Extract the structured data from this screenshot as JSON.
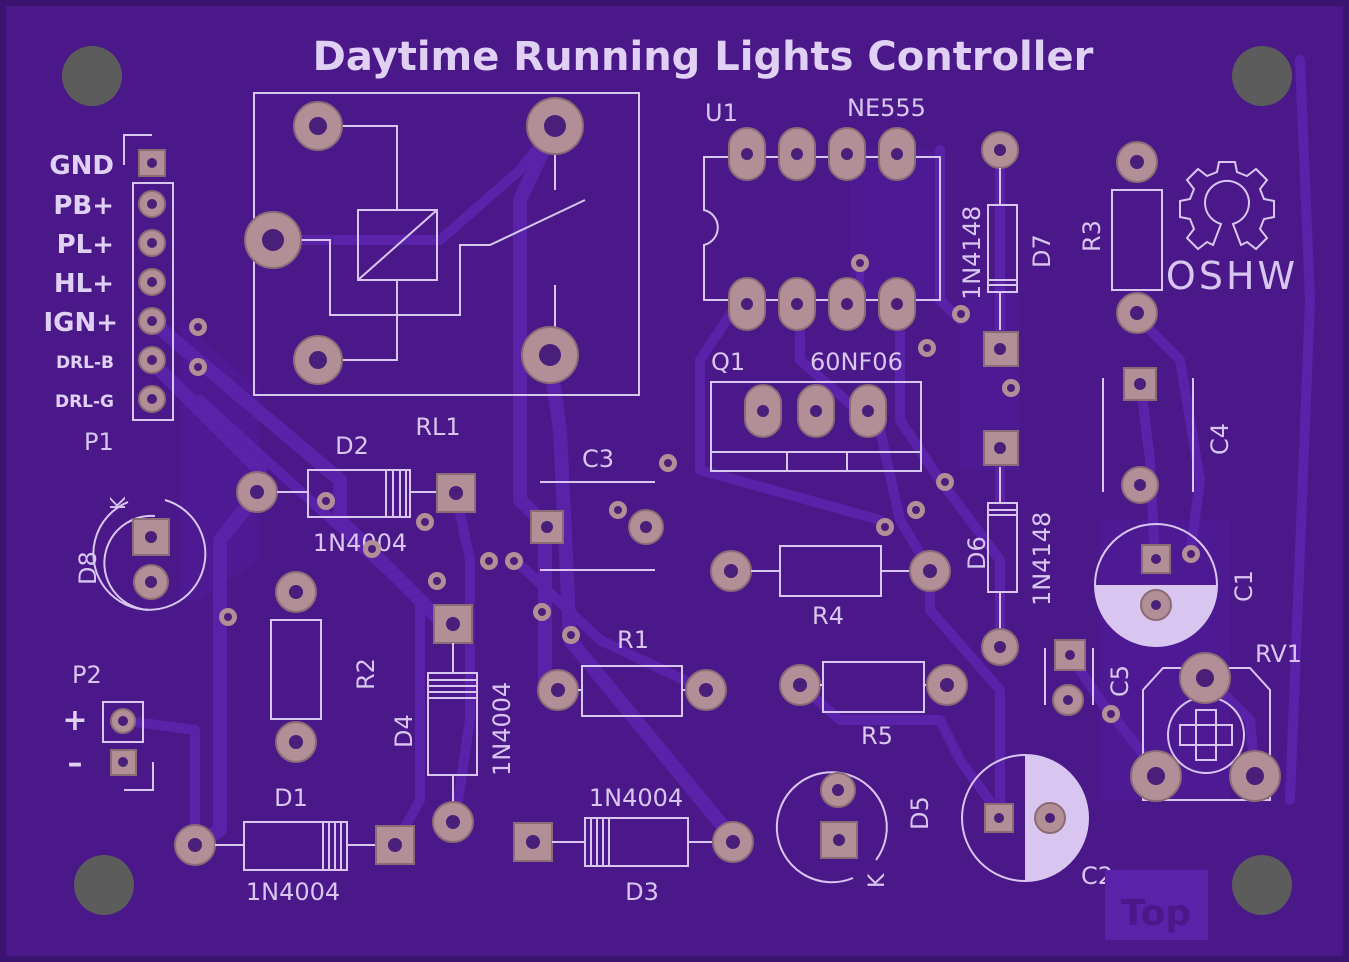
{
  "board": {
    "title": "Daytime Running Lights Controller",
    "colors": {
      "substrate": "#4a1888",
      "silkscreen": "#d9c6f0",
      "pad": "#b28f96",
      "trace": "#5a22a8"
    },
    "top_layer_label": "Top",
    "oshw_logo": {
      "text": "OSHW",
      "icon": "gear-icon"
    }
  },
  "connectors": {
    "P1": {
      "ref": "P1",
      "pins": [
        "GND",
        "PB+",
        "PL+",
        "HL+",
        "IGN+",
        "DRL-B",
        "DRL-G"
      ]
    },
    "P2": {
      "ref": "P2",
      "pins": [
        "+",
        "–"
      ]
    }
  },
  "components": {
    "RL1": {
      "ref": "RL1"
    },
    "U1": {
      "ref": "U1",
      "value": "NE555"
    },
    "Q1": {
      "ref": "Q1",
      "value": "60NF06"
    },
    "D1": {
      "ref": "D1",
      "value": "1N4004"
    },
    "D2": {
      "ref": "D2",
      "value": "1N4004"
    },
    "D3": {
      "ref": "D3",
      "value": "1N4004"
    },
    "D4": {
      "ref": "D4",
      "value": "1N4004"
    },
    "D5": {
      "ref": "D5",
      "k": "K"
    },
    "D6": {
      "ref": "D6",
      "value": "1N4148"
    },
    "D7": {
      "ref": "D7",
      "value": "1N4148"
    },
    "D8": {
      "ref": "D8",
      "k": "K"
    },
    "R1": {
      "ref": "R1"
    },
    "R2": {
      "ref": "R2"
    },
    "R3": {
      "ref": "R3"
    },
    "R4": {
      "ref": "R4"
    },
    "R5": {
      "ref": "R5"
    },
    "C1": {
      "ref": "C1"
    },
    "C2": {
      "ref": "C2"
    },
    "C3": {
      "ref": "C3"
    },
    "C4": {
      "ref": "C4"
    },
    "C5": {
      "ref": "C5"
    },
    "RV1": {
      "ref": "RV1"
    }
  }
}
